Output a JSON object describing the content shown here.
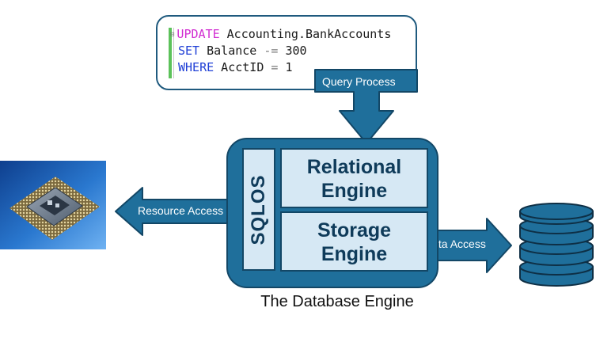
{
  "code": {
    "fold_marker": "⊟",
    "line1": {
      "keyword": "UPDATE",
      "rest": " Accounting.BankAccounts"
    },
    "line2": {
      "keyword": "SET",
      "rest": " Balance ",
      "op": "-=",
      "value": " 300"
    },
    "line3": {
      "keyword": "WHERE",
      "rest": " AcctID ",
      "op": "=",
      "value": " 1"
    }
  },
  "arrows": {
    "query_process": "Query Process",
    "resource_access": "Resource Access",
    "data_access": "Data Access"
  },
  "engine": {
    "sqlos": "SQLOS",
    "relational_line1": "Relational",
    "relational_line2": "Engine",
    "storage_line1": "Storage",
    "storage_line2": "Engine"
  },
  "caption": "The Database Engine",
  "colors": {
    "engine_fill": "#1f6f9b",
    "engine_border": "#134766",
    "panel_fill": "#d6e8f4",
    "panel_text": "#0f3b5a",
    "arrow_fill": "#1f6f9b",
    "keyword_pink": "#d12dd1",
    "keyword_blue": "#1f3fd6"
  },
  "icons": {
    "cpu": "cpu-chip-image",
    "database": "database-cylinder-icon"
  }
}
